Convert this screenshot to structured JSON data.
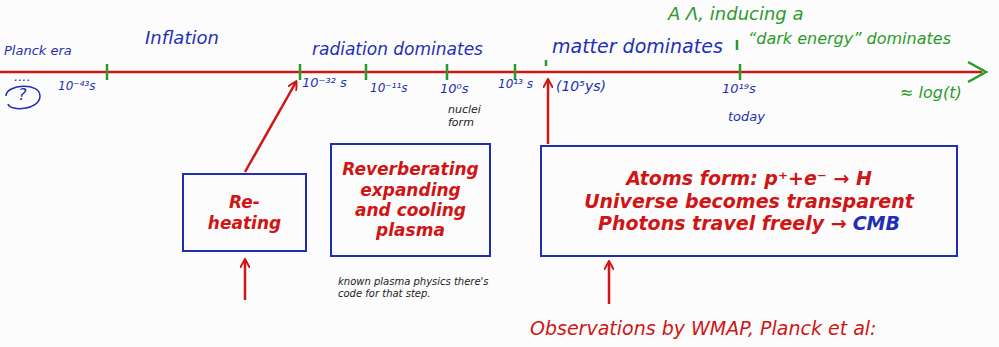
{
  "diagram": {
    "nodes": [
      {
        "text": [
          "Re-heating"
        ]
      },
      {
        "text": [
          "Reverberating expanding and cooling plasma"
        ]
      },
      {
        "text": [
          "Atoms form: p⁺+e⁻ → H",
          "Universe becomes transparent",
          "Photons travel freely →",
          "CMB"
        ]
      }
    ],
    "labels": [
      "Planck era",
      "Inflation",
      "radiation dominates",
      "matter dominates",
      "A Λ, inducing a",
      "“dark energy” dominates",
      "....",
      "?",
      "10⁻⁴³s",
      "10⁻³² s",
      "10⁻¹¹s",
      "10⁰s",
      "nuclei form",
      "10¹³ s",
      "(10⁵ys)",
      "10¹⁹s",
      "today",
      "≈ log(t)",
      "known plasma physics there's code for that step.",
      "Observations by WMAP, Planck et al:"
    ]
  }
}
